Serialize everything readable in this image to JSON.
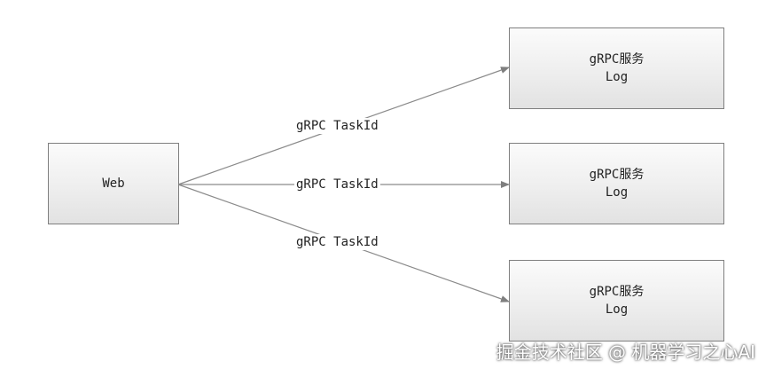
{
  "nodes": {
    "web": {
      "label": "Web"
    },
    "service_1": {
      "line1": "gRPC服务",
      "line2": "Log"
    },
    "service_2": {
      "line1": "gRPC服务",
      "line2": "Log"
    },
    "service_3": {
      "line1": "gRPC服务",
      "line2": "Log"
    }
  },
  "edges": [
    {
      "from": "web",
      "to": "service_1",
      "label": "gRPC TaskId"
    },
    {
      "from": "web",
      "to": "service_2",
      "label": "gRPC TaskId"
    },
    {
      "from": "web",
      "to": "service_3",
      "label": "gRPC TaskId"
    }
  ],
  "watermark": "掘金技术社区 @ 机器学习之心AI",
  "colors": {
    "edge": "#7f7f7f",
    "node_border": "#7f7f7f"
  }
}
